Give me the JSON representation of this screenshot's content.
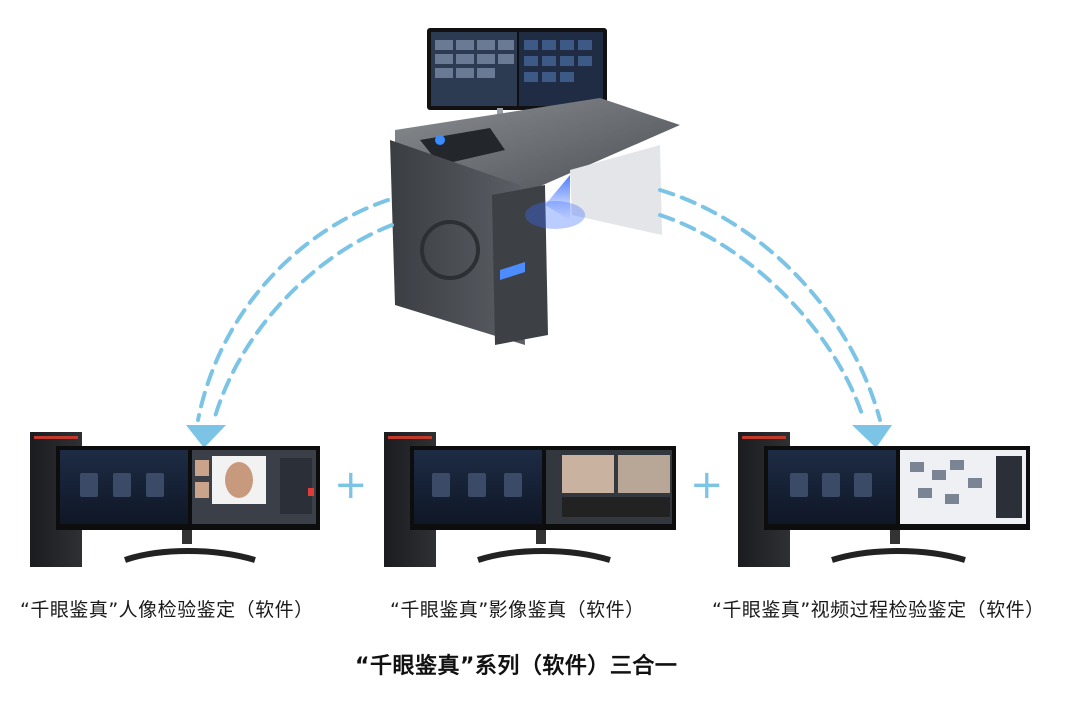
{
  "captions": {
    "left": "“千眼鉴真”人像检验鉴定（软件）",
    "middle": "“千眼鉴真”影像鉴真（软件）",
    "right": "“千眼鉴真”视频过程检验鉴定（软件）"
  },
  "title": "“千眼鉴真”系列（软件）三合一",
  "plus_sign": "+",
  "colors": {
    "arrow": "#7cc4e6",
    "console_body": "#4a4d52",
    "screen_blue": "#2a3e5c"
  }
}
